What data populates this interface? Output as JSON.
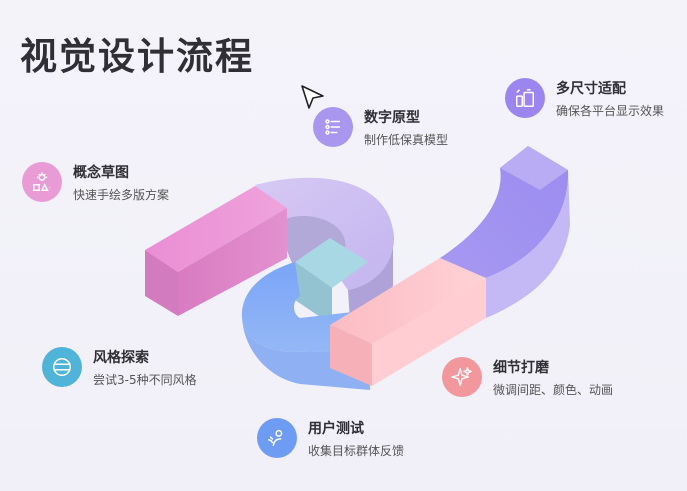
{
  "page": {
    "title": "视觉设计流程"
  },
  "steps": [
    {
      "title": "概念草图",
      "desc": "快速手绘多版方案",
      "color": "#e99bd6",
      "icon": "idea-shapes-icon"
    },
    {
      "title": "数字原型",
      "desc": "制作低保真模型",
      "color": "#a996ee",
      "icon": "list-layout-icon"
    },
    {
      "title": "多尺寸适配",
      "desc": "确保各平台显示效果",
      "color": "#9a86ee",
      "icon": "multi-size-devices-icon"
    },
    {
      "title": "风格探索",
      "desc": "尝试3-5种不同风格",
      "color": "#4fb4d8",
      "icon": "style-layers-icon"
    },
    {
      "title": "细节打磨",
      "desc": "微调间距、颜色、动画",
      "color": "#f2979c",
      "icon": "sparkle-icon"
    },
    {
      "title": "用户测试",
      "desc": "收集目标群体反馈",
      "color": "#6f9cf3",
      "icon": "user-feedback-icon"
    }
  ]
}
